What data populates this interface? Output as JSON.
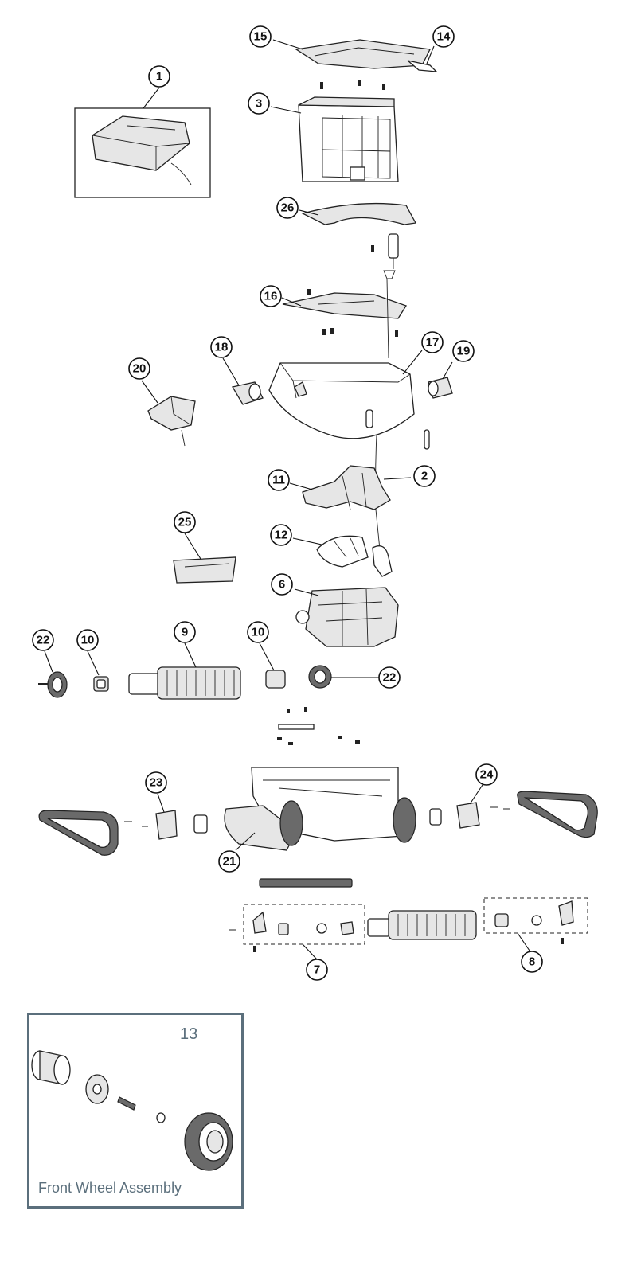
{
  "callouts": {
    "c1": "1",
    "c2": "2",
    "c3": "3",
    "c6": "6",
    "c7": "7",
    "c8": "8",
    "c9": "9",
    "c10a": "10",
    "c10b": "10",
    "c11": "11",
    "c12": "12",
    "c14": "14",
    "c15": "15",
    "c16": "16",
    "c17": "17",
    "c18": "18",
    "c19": "19",
    "c20": "20",
    "c21": "21",
    "c22a": "22",
    "c22b": "22",
    "c23": "23",
    "c24": "24",
    "c25": "25",
    "c26": "26"
  },
  "inset": {
    "number": "13",
    "caption": "Front Wheel Assembly"
  },
  "colors": {
    "line": "#111111",
    "inset_border": "#5b6f7c",
    "part_fill": "#e6e6e6"
  }
}
